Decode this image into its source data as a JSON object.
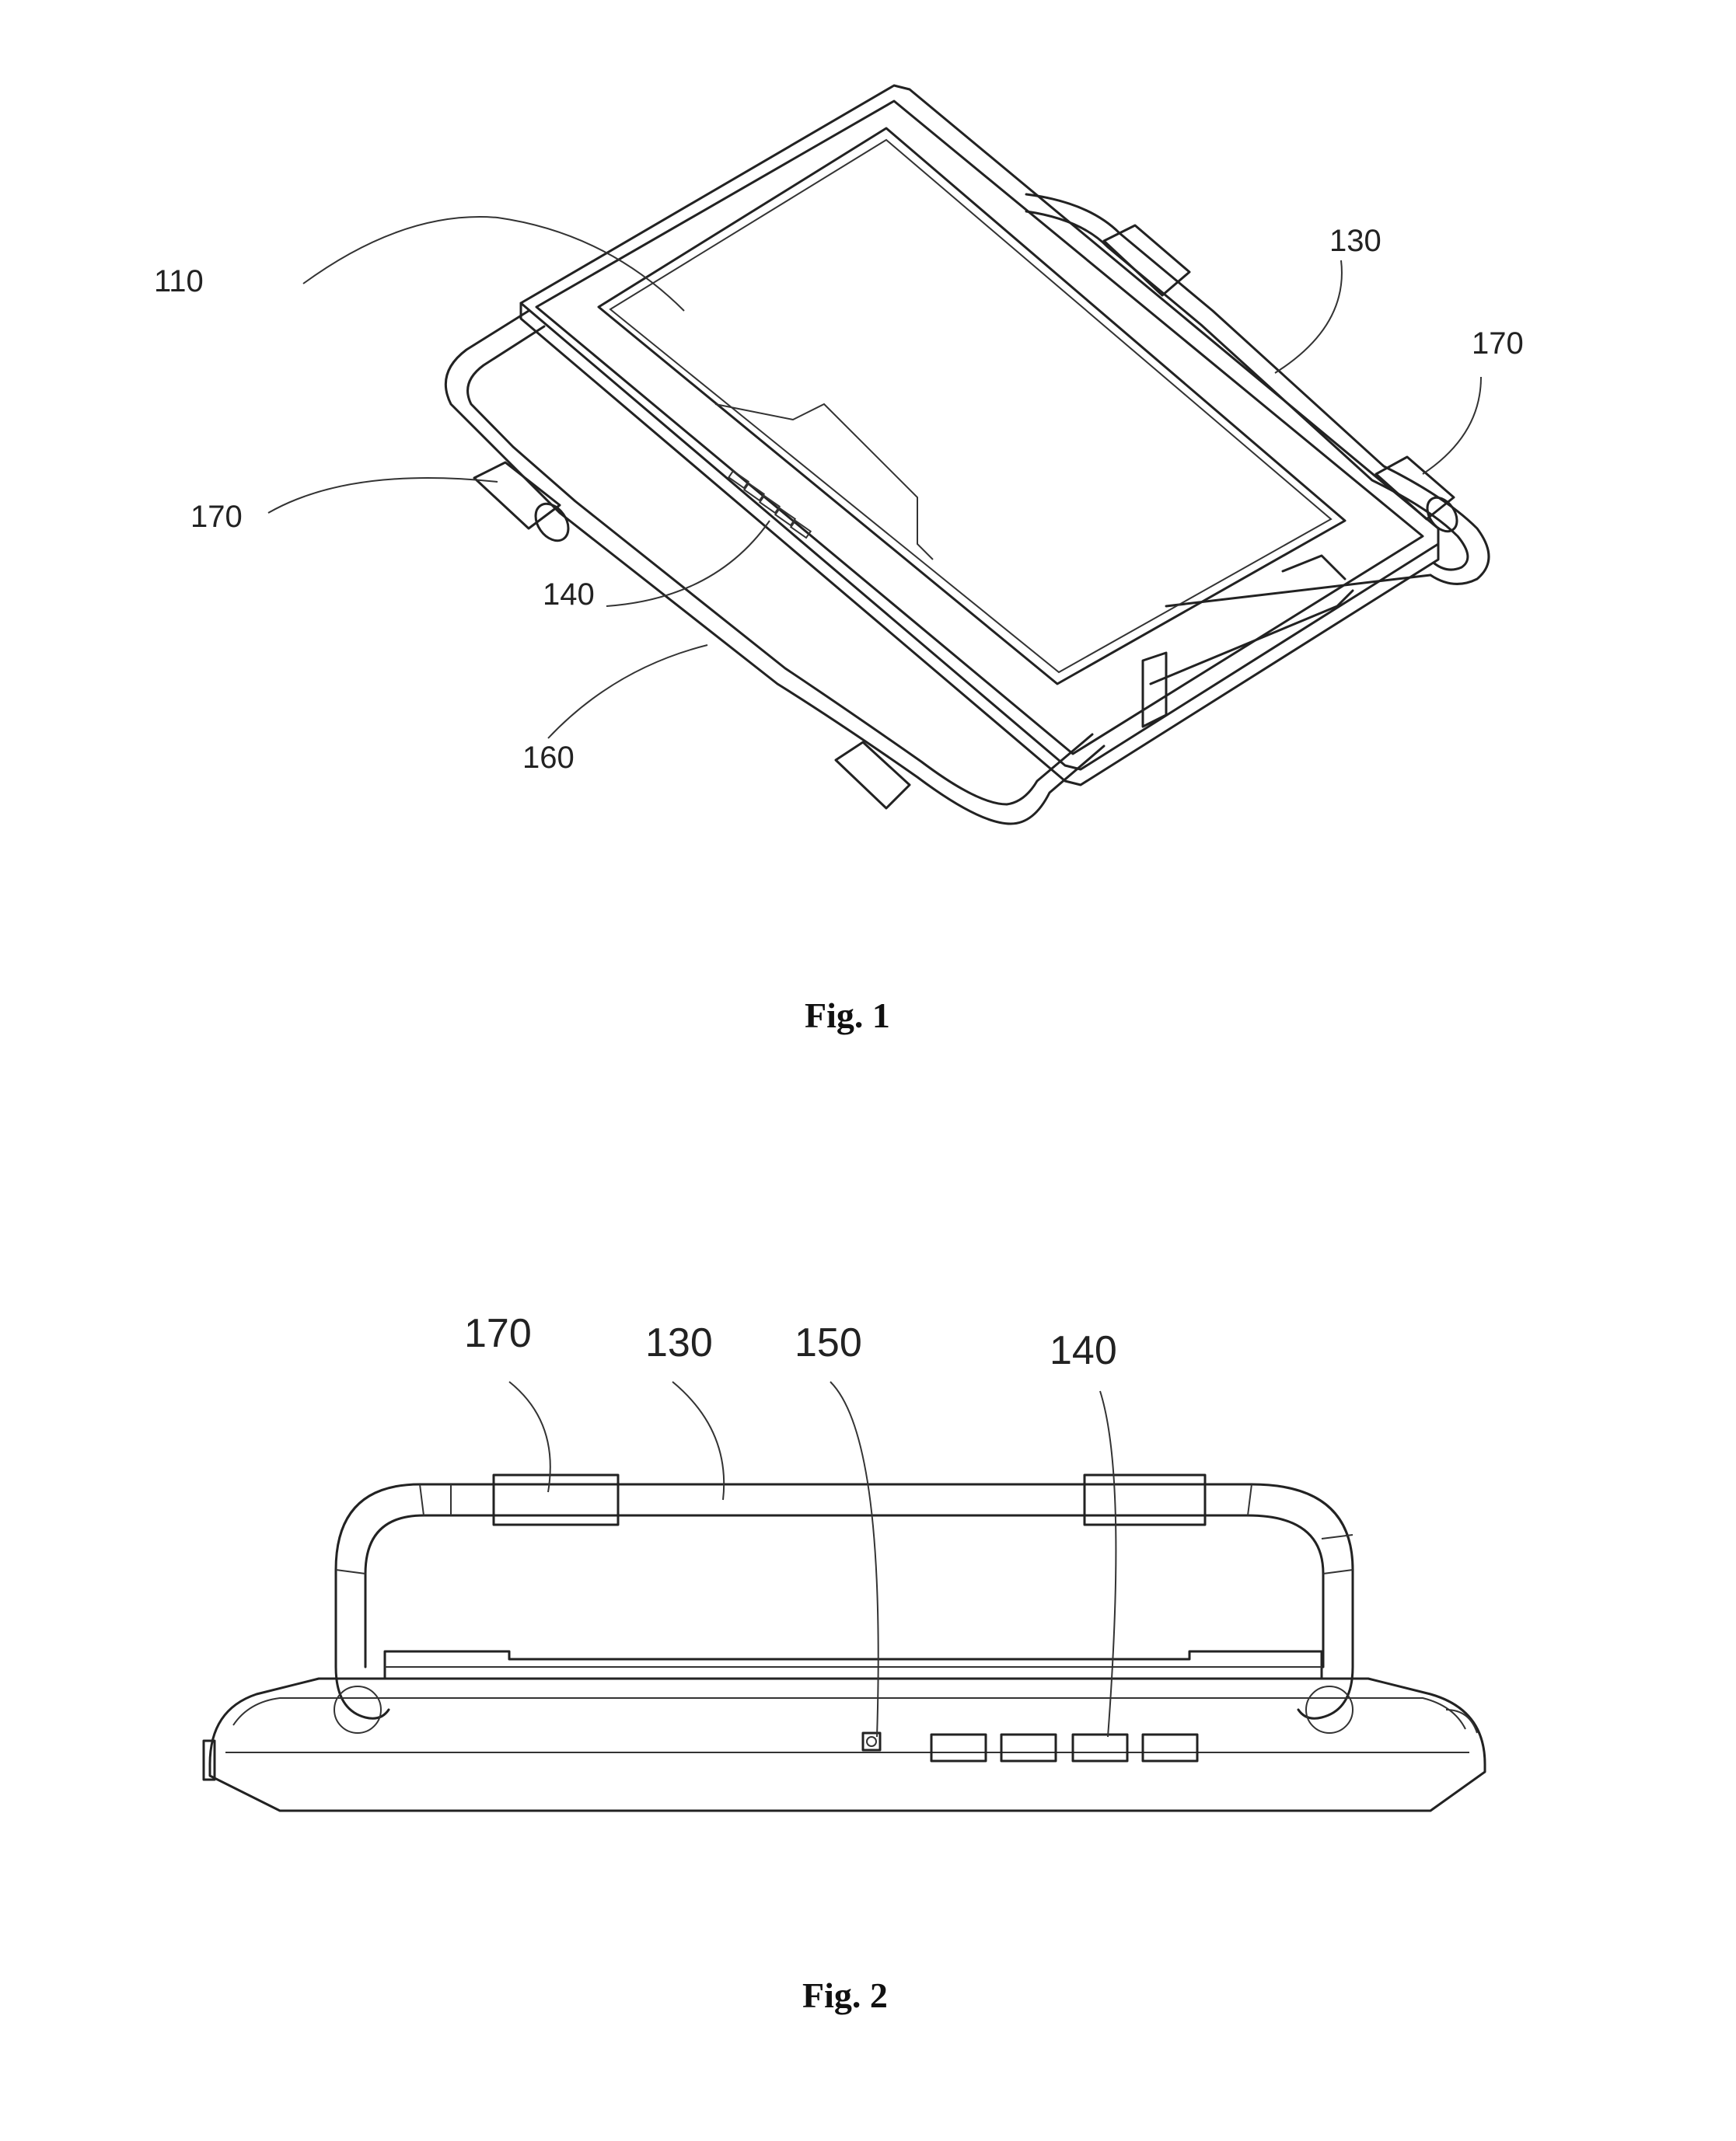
{
  "figures": [
    {
      "id": "fig1",
      "caption": "Fig. 1",
      "labels": {
        "l110": "110",
        "l130": "130",
        "l170a": "170",
        "l170b": "170",
        "l140": "140",
        "l160": "160"
      }
    },
    {
      "id": "fig2",
      "caption": "Fig. 2",
      "labels": {
        "l170": "170",
        "l130": "130",
        "l150": "150",
        "l140": "140"
      }
    }
  ],
  "colors": {
    "line": "#222222",
    "background": "#ffffff"
  }
}
